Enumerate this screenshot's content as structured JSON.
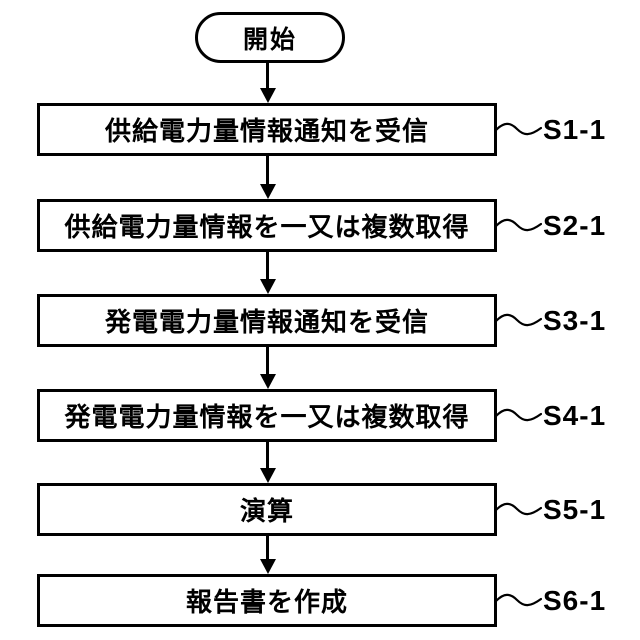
{
  "diagram": {
    "type": "flowchart",
    "background_color": "#ffffff",
    "line_color": "#000000",
    "start": {
      "label": "開始"
    },
    "steps": [
      {
        "text": "供給電力量情報通知を受信",
        "ref": "S1-1"
      },
      {
        "text": "供給電力量情報を一又は複数取得",
        "ref": "S2-1"
      },
      {
        "text": "発電電力量情報通知を受信",
        "ref": "S3-1"
      },
      {
        "text": "発電電力量情報を一又は複数取得",
        "ref": "S4-1"
      },
      {
        "text": "演算",
        "ref": "S5-1"
      },
      {
        "text": "報告書を作成",
        "ref": "S6-1"
      }
    ],
    "icons": {
      "arrow": "down-arrow-icon",
      "connector": "tilde-wave-icon"
    }
  }
}
